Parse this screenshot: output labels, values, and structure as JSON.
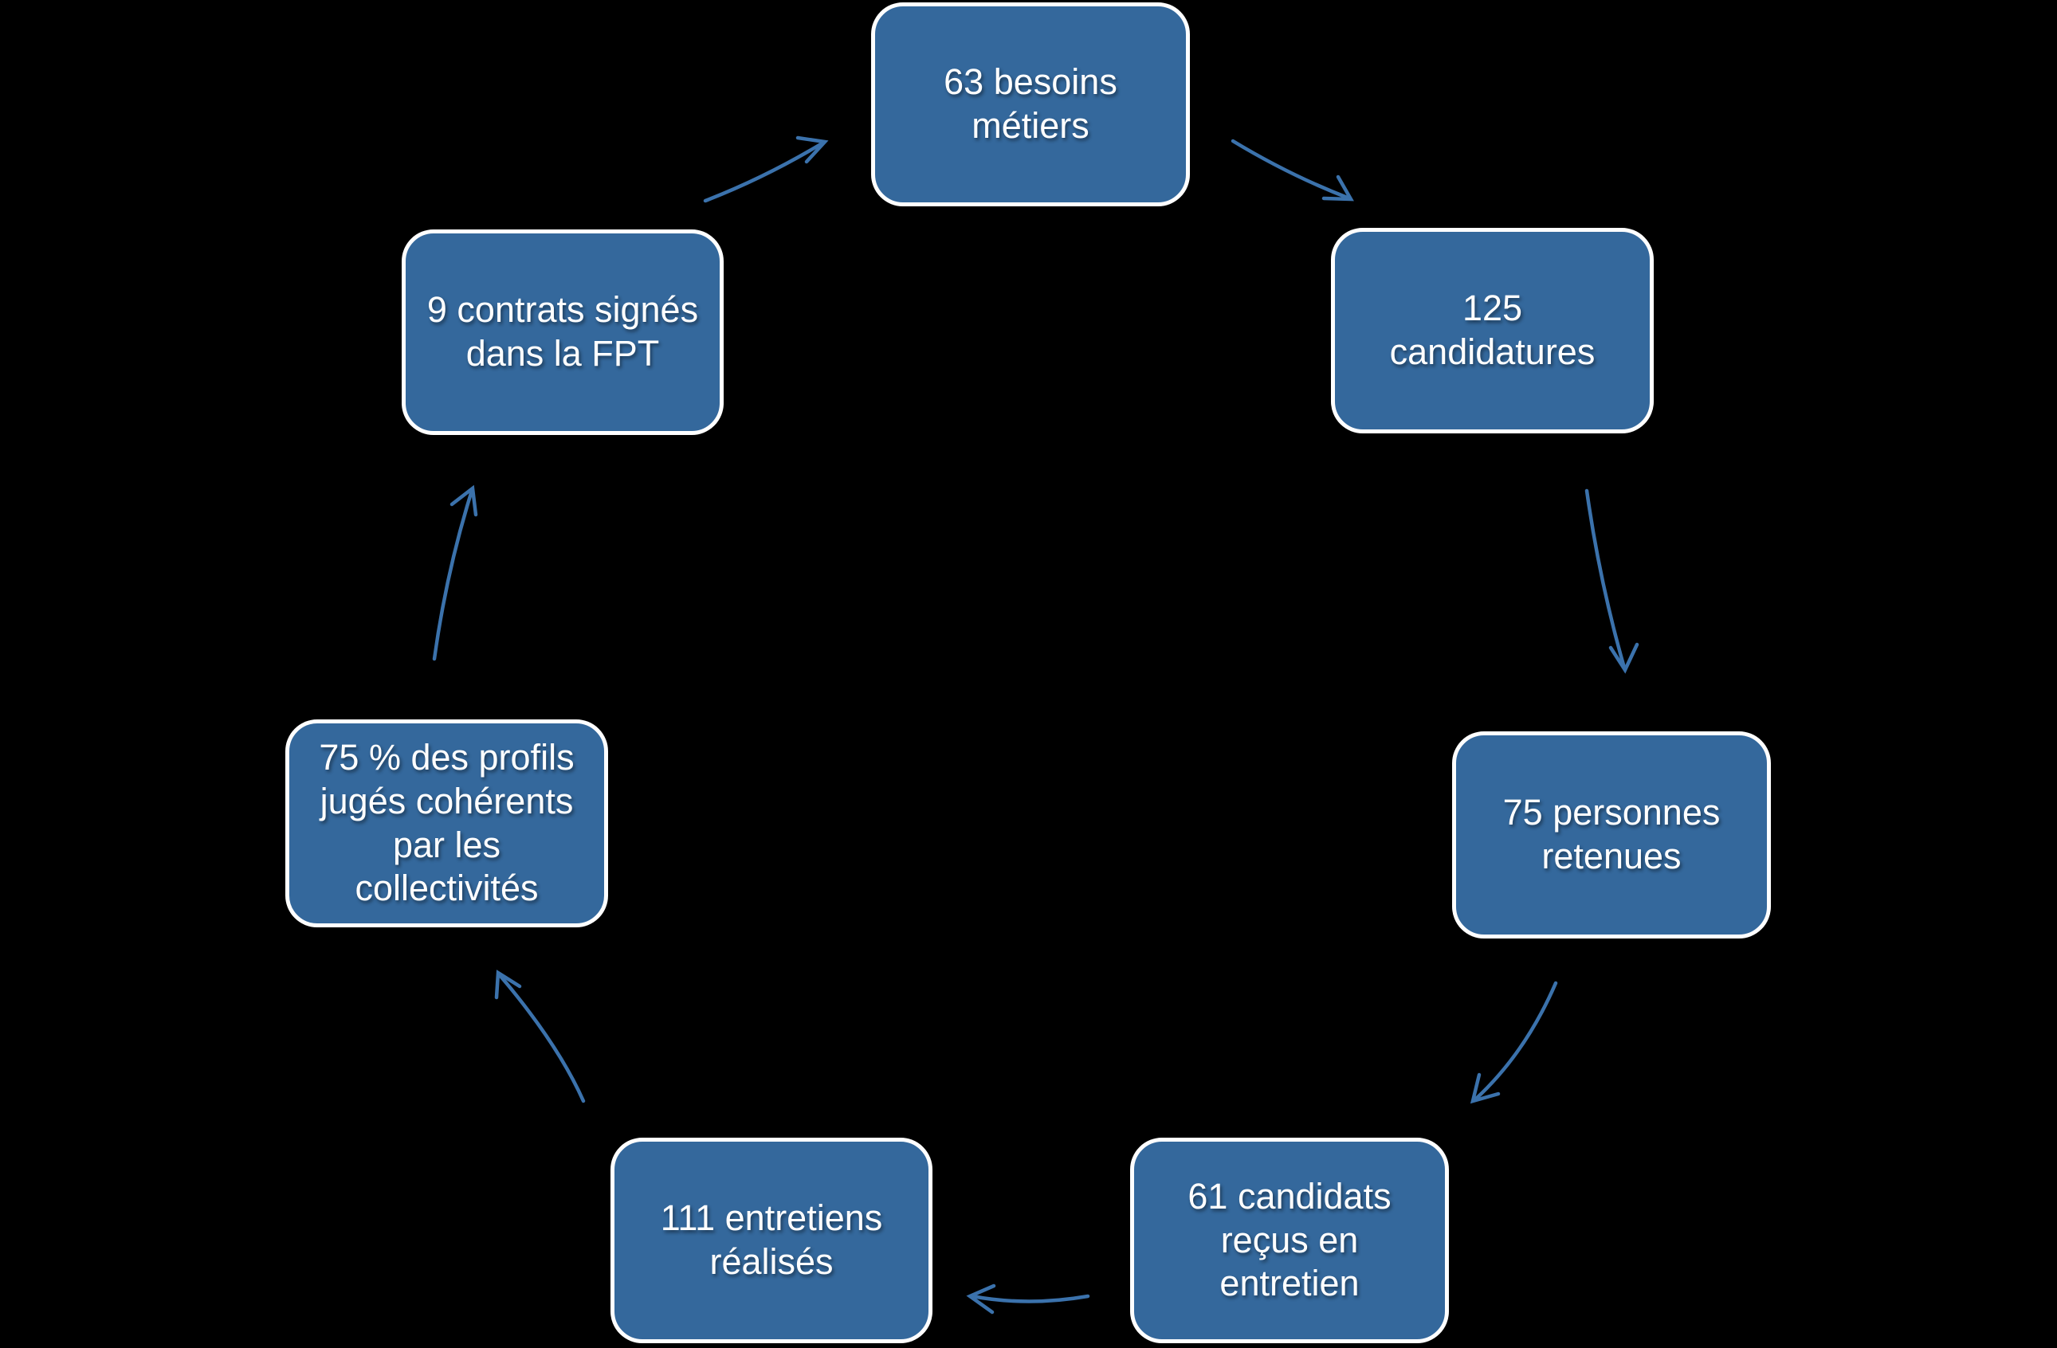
{
  "diagram": {
    "type": "cycle",
    "background_color": "#000000",
    "node_fill_color": "#34689C",
    "node_border_color": "#FFFFFF",
    "node_text_color": "#FFFFFF",
    "arrow_color": "#3B72AC",
    "nodes": [
      {
        "id": "besoins-metiers",
        "label": "63 besoins\nmétiers"
      },
      {
        "id": "candidatures",
        "label": "125\ncandidatures"
      },
      {
        "id": "personnes-retenues",
        "label": "75 personnes\nretenues"
      },
      {
        "id": "candidats-entretien",
        "label": "61 candidats\nreçus en\nentretien"
      },
      {
        "id": "entretiens-realises",
        "label": "111 entretiens\nréalisés"
      },
      {
        "id": "profils-coherents",
        "label": "75 % des profils\njugés cohérents\npar les\ncollectivités"
      },
      {
        "id": "contrats-signes",
        "label": "9 contrats signés\ndans la FPT"
      }
    ]
  }
}
